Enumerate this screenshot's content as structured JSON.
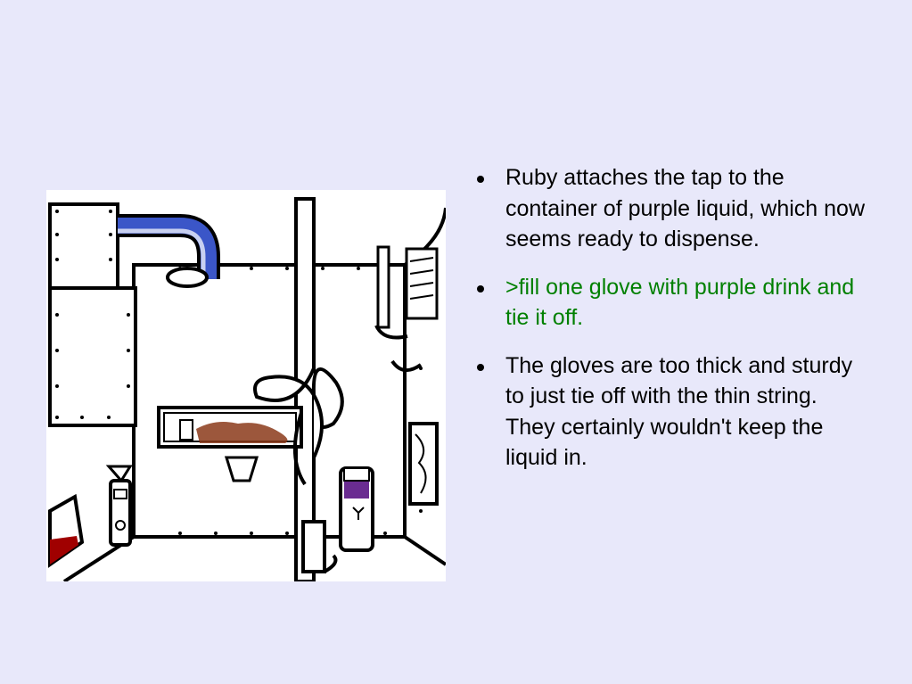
{
  "colors": {
    "background": "#e8e8fa",
    "narration_text": "#000000",
    "command_text": "#008000",
    "liquid_purple": "#6a2c91",
    "liquid_red": "#a00000",
    "pipe_blue": "#3b56c8",
    "stain_brown": "#8b3a1a"
  },
  "scene": {
    "icons": [
      "comic-panel-drawing",
      "bunny-ear-figure",
      "purple-liquid-container",
      "duct-pipe",
      "faucet-icon"
    ]
  },
  "bullets": [
    {
      "text": "Ruby attaches the tap to the container of purple liquid, which now seems ready to dispense.",
      "kind": "narration"
    },
    {
      "text": ">fill one glove with purple drink and tie it off.",
      "kind": "command"
    },
    {
      "text": "The gloves are too thick and sturdy to just tie off with the thin string. They certainly wouldn't keep the liquid in.",
      "kind": "narration"
    }
  ]
}
